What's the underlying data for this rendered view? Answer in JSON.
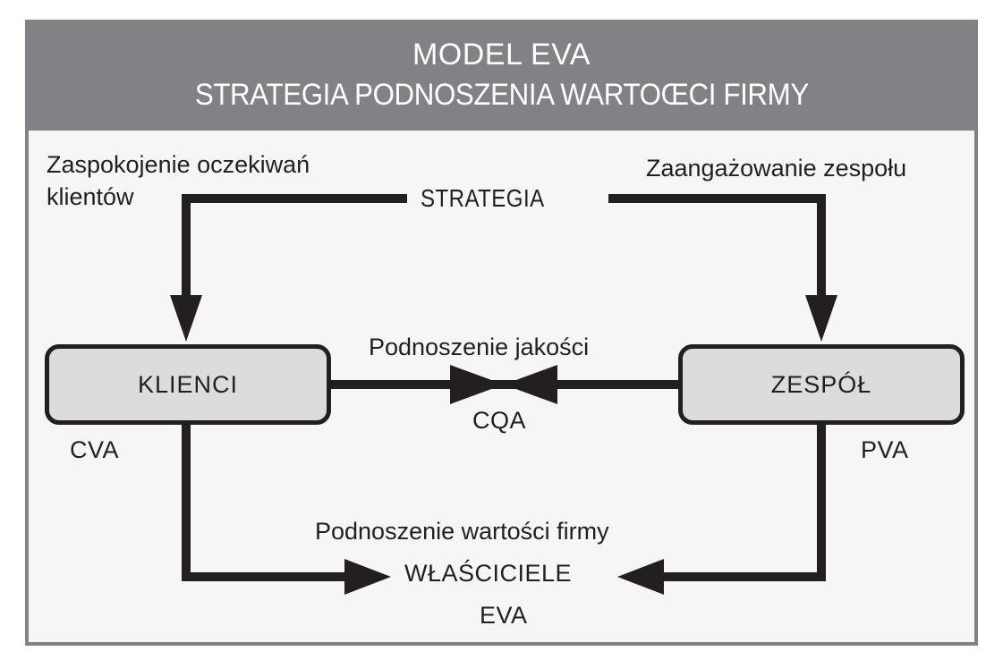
{
  "header": {
    "line1": "MODEL EVA",
    "line2": "STRATEGIA PODNOSZENIA WARTOŒCI FIRMY",
    "background_color": "#808286",
    "text_color": "#ffffff"
  },
  "frame": {
    "border_color": "#808286",
    "background_color": "#f6f6f6"
  },
  "diagram": {
    "line_color": "#231f20",
    "node_fill": "#dcdcdc",
    "nodes": [
      {
        "id": "klienci",
        "label": "KLIENCI",
        "sublabel": "CVA"
      },
      {
        "id": "zespol",
        "label": "ZESPÓŁ",
        "sublabel": "PVA"
      }
    ],
    "labels": {
      "customer_expectations": "Zaspokojenie oczekiwań\nklientów",
      "strategy": "STRATEGIA",
      "team_engagement": "Zaangażowanie zespołu",
      "quality_improvement": "Podnoszenie jakości",
      "cqa": "CQA",
      "cva": "CVA",
      "pva": "PVA",
      "company_value_growth": "Podnoszenie wartości firmy",
      "owners": "WŁAŚCICIELE",
      "eva": "EVA"
    }
  }
}
